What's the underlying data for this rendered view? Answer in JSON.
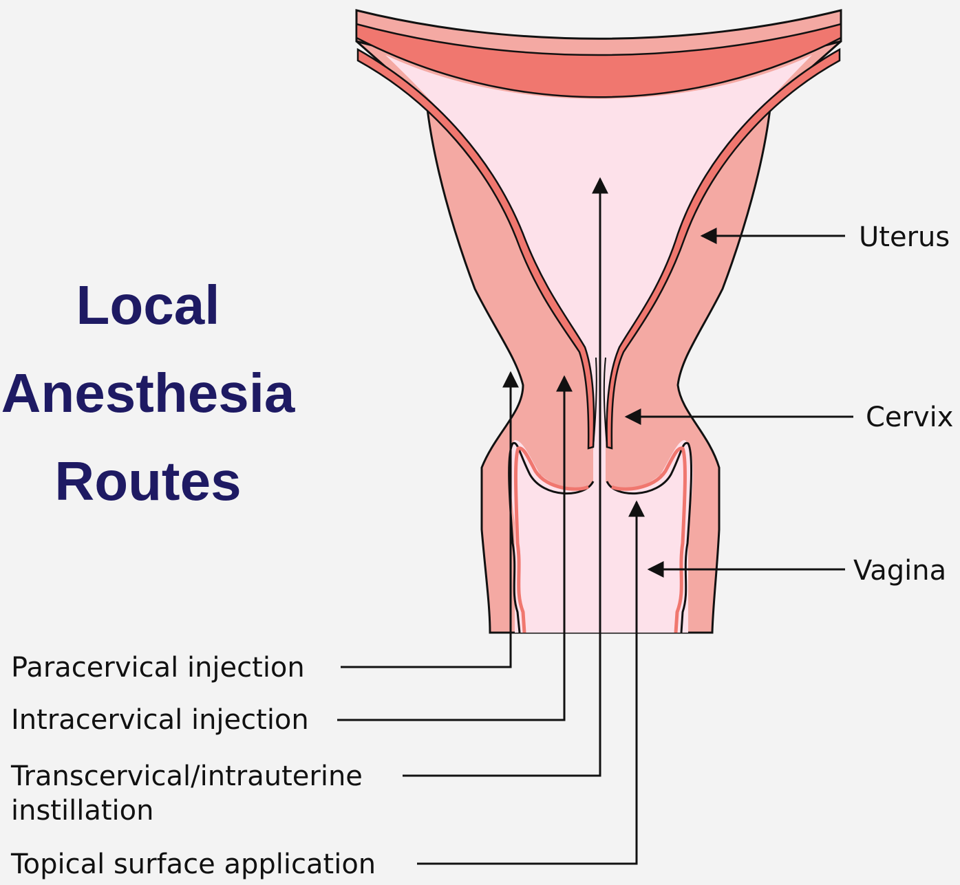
{
  "title": {
    "line1": "Local",
    "line2": "Anesthesia",
    "line3": "Routes"
  },
  "labels": {
    "uterus": "Uterus",
    "cervix": "Cervix",
    "vagina": "Vagina"
  },
  "routes": [
    {
      "line1": "Paracervical injection"
    },
    {
      "line1": "Intracervical injection"
    },
    {
      "line1": "Transcervical/intrauterine",
      "line2": "instillation"
    },
    {
      "line1": "Topical surface application"
    }
  ],
  "colors": {
    "title": "#1e1a63",
    "tissue": "#f4a9a3",
    "lining": "#f0776f",
    "cavity": "#fde1ea",
    "background": "#f3f3f3",
    "line": "#111111"
  }
}
